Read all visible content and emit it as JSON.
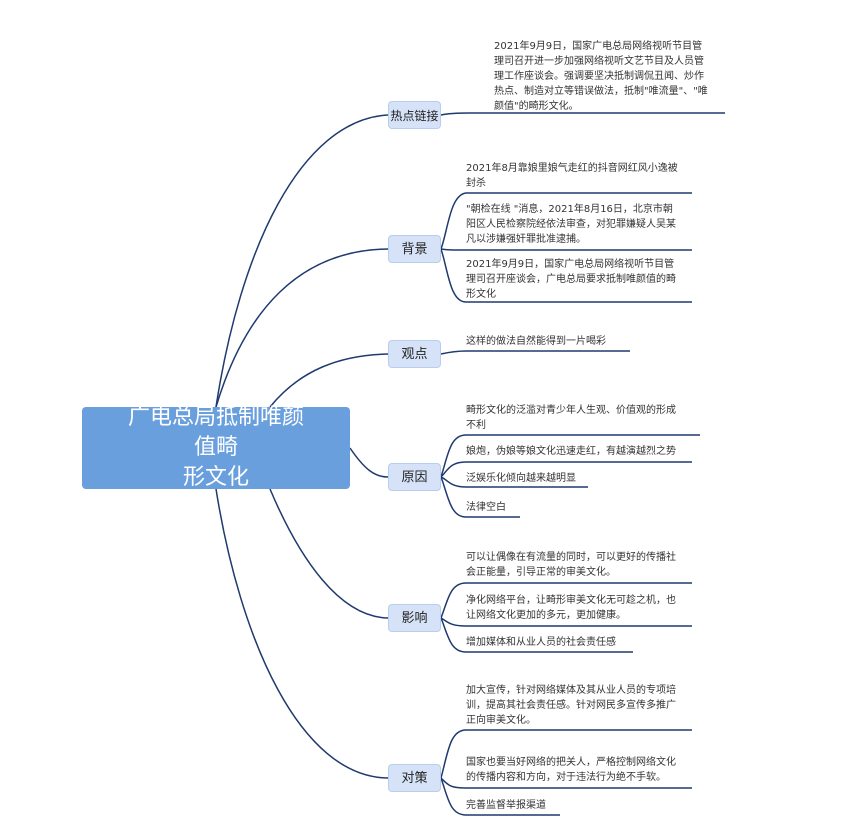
{
  "root": {
    "title_line1": "广电总局抵制唯颜值畸",
    "title_line2": "形文化"
  },
  "branches": {
    "hot": {
      "label": "热点链接"
    },
    "bg": {
      "label": "背景"
    },
    "view": {
      "label": "观点"
    },
    "reason": {
      "label": "原因"
    },
    "impact": {
      "label": "影响"
    },
    "measure": {
      "label": "对策"
    }
  },
  "leaves": {
    "hot_1": [
      "2021年9月9日，国家广电总局网络视听节目管",
      "理司召开进一步加强网络视听文艺节目及人员管",
      "理工作座谈会。强调要坚决抵制调侃丑闻、炒作",
      "热点、制造对立等错误做法，抵制\"唯流量\"、\"唯",
      "颜值\"的畸形文化。"
    ],
    "bg_1": [
      "2021年8月靠娘里娘气走红的抖音网红风小逸被",
      "封杀"
    ],
    "bg_2": [
      "\"朝检在线 \"消息，2021年8月16日，北京市朝",
      "阳区人民检察院经依法审查，对犯罪嫌疑人吴某",
      "凡以涉嫌强奸罪批准逮捕。"
    ],
    "bg_3": [
      "2021年9月9日，国家广电总局网络视听节目管",
      "理司召开座谈会，广电总局要求抵制唯颜值的畸",
      "形文化"
    ],
    "view_1": [
      "这样的做法自然能得到一片喝彩"
    ],
    "reason_1": [
      "畸形文化的泛滥对青少年人生观、价值观的形成",
      "不利"
    ],
    "reason_2": [
      "娘炮，伪娘等娘文化迅速走红，有越演越烈之势"
    ],
    "reason_3": [
      "泛娱乐化倾向越来越明显"
    ],
    "reason_4": [
      "法律空白"
    ],
    "impact_1": [
      "可以让偶像在有流量的同时，可以更好的传播社",
      "会正能量，引导正常的审美文化。"
    ],
    "impact_2": [
      "净化网络平台，让畸形审美文化无可趁之机，也",
      "让网络文化更加的多元，更加健康。"
    ],
    "impact_3": [
      "增加媒体和从业人员的社会责任感"
    ],
    "measure_1": [
      "加大宣传，针对网络媒体及其从业人员的专项培",
      "训，提高其社会责任感。针对网民多宣传多推广",
      "正向审美文化。"
    ],
    "measure_2": [
      "国家也要当好网络的把关人，严格控制网络文化",
      "的传播内容和方向，对于违法行为绝不手软。"
    ],
    "measure_3": [
      "完善监督举报渠道"
    ]
  },
  "colors": {
    "line": "#1f3a6e",
    "root_fill": "#6a9fdd",
    "branch_fill": "#d6e2f7"
  }
}
